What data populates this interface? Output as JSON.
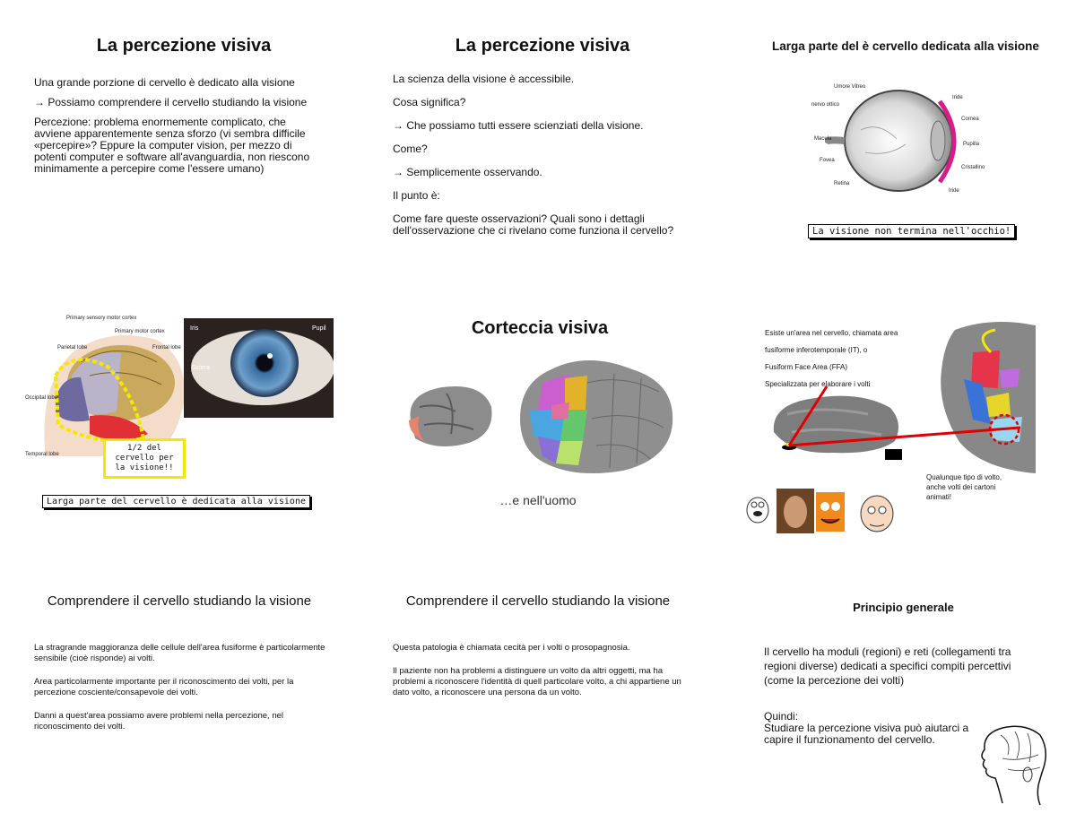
{
  "slides": {
    "s1": {
      "title": "La percezione visiva",
      "p1": "Una grande porzione di cervello è dedicato alla visione",
      "p2": "→ Possiamo comprendere il cervello studiando la visione",
      "p3": "Percezione: problema enormemente complicato, che avviene apparentemente senza sforzo (vi sembra difficile «percepire»? Eppure la computer vision, per mezzo di potenti computer e software all'avanguardia, non riescono minimamente a percepire come l'essere umano)"
    },
    "s2": {
      "title": "La percezione visiva",
      "lines": [
        "La scienza della visione è accessibile.",
        "Cosa significa?",
        "→ Che possiamo tutti essere scienziati della visione.",
        "Come?",
        "→ Semplicemente osservando.",
        "Il punto è:",
        "Come fare queste osservazioni? Quali sono i dettagli dell'osservazione che ci rivelano come funziona il cervello?"
      ]
    },
    "s3": {
      "title": "Larga parte del è cervello dedicata alla visione",
      "caption": "La visione non termina nell'occhio!",
      "labels": [
        "Umore Vitreo",
        "nervo ottico",
        "Macula",
        "Fovea",
        "Retina",
        "Iride",
        "Cornea",
        "Pupilla",
        "Cristallino",
        "Iride"
      ]
    },
    "s4": {
      "caption": "Larga parte del cervello è dedicata alla visione",
      "note": "1/2 del cervello per la visione!!",
      "labels": [
        "Primary sensory motor cortex",
        "Primary motor cortex",
        "Parietal lobe",
        "Frontal lobe",
        "Occipital lobe",
        "Temporal lobe"
      ],
      "eye_labels": [
        "Iris",
        "Pupil",
        "Sclera"
      ]
    },
    "s5": {
      "title": "Corteccia visiva",
      "caption": "…e nell'uomo"
    },
    "s6": {
      "lines": [
        "Esiste un'area nel cervello, chiamata area",
        "fusiforme inferotemporale (IT), o",
        "Fusiform Face Area (FFA)",
        "Specializzata per elaborare i volti"
      ],
      "note": "Qualunque tipo di volto, anche volti dei cartoni animati!"
    },
    "s7": {
      "subtitle": "Comprendere il cervello studiando la visione",
      "paragraphs": [
        "La stragrande maggioranza delle cellule dell'area fusiforme è particolarmente sensibile (cioè risponde) ai volti.",
        "Area particolarmente importante per il riconoscimento dei volti, per la percezione cosciente/consapevole dei volti.",
        "Danni a quest'area possiamo avere problemi nella percezione, nel riconoscimento dei volti."
      ]
    },
    "s8": {
      "subtitle": "Comprendere il cervello studiando la visione",
      "paragraphs": [
        "Questa patologia è chiamata cecità per i volti o prosopagnosia.",
        "Il paziente non ha problemi a distinguere un volto da altri oggetti, ma ha problemi a riconoscere l'identità di quell particolare volto, a chi appartiene un dato volto, a riconoscere una persona da un volto."
      ]
    },
    "s9": {
      "title": "Principio generale",
      "p1": "Il cervello ha moduli (regioni) e reti (collegamenti tra regioni diverse) dedicati a specifici compiti percettivi (come la percezione dei volti)",
      "p2a": "Quindi:",
      "p2b": "Studiare la percezione visiva può aiutarci a capire il funzionamento del cervello."
    }
  },
  "colors": {
    "accent_magenta": "#d81b8a",
    "highlight_yellow": "#f5e800",
    "link_red": "#e00000"
  }
}
